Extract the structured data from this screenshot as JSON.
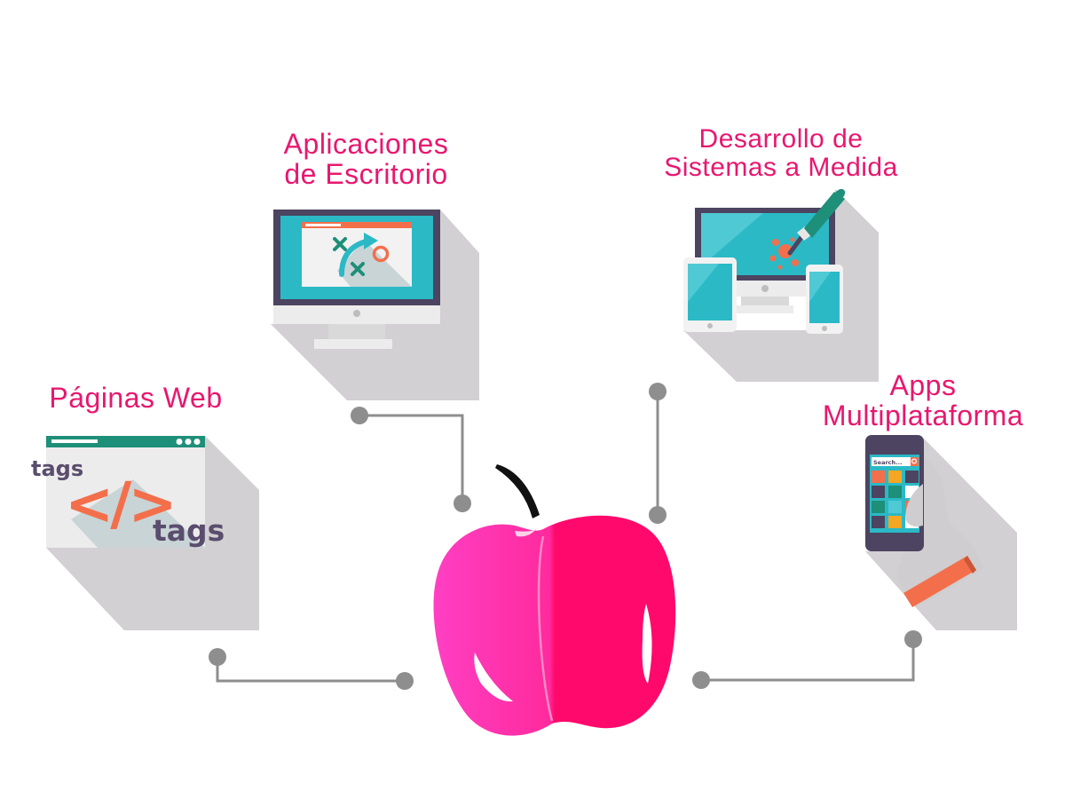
{
  "services": {
    "web": {
      "title": "Páginas Web",
      "tag_top": "tags",
      "code_symbol": "</>",
      "tag_bottom": "tags"
    },
    "desktop": {
      "title_line1": "Aplicaciones",
      "title_line2": "de Escritorio"
    },
    "custom": {
      "title_line1": "Desarrollo de",
      "title_line2": "Sistemas a Medida"
    },
    "apps": {
      "title_line1": "Apps",
      "title_line2": "Multiplataforma",
      "search_placeholder": "Search..."
    }
  },
  "colors": {
    "accent": "#e8176f",
    "apple_left": "#ff3fc3",
    "apple_right": "#ff0a6c",
    "shadow": "#d2d0d2",
    "connector": "#8e8e8e",
    "teal": "#2bb9c6",
    "dark_frame": "#4c4460",
    "orange": "#f36f4b",
    "green": "#1e8f79",
    "tag_purple": "#5a4d6e"
  },
  "icons": [
    "browser-window-icon",
    "desktop-monitor-icon",
    "responsive-devices-icon",
    "smartphone-hand-icon",
    "apple-icon"
  ]
}
